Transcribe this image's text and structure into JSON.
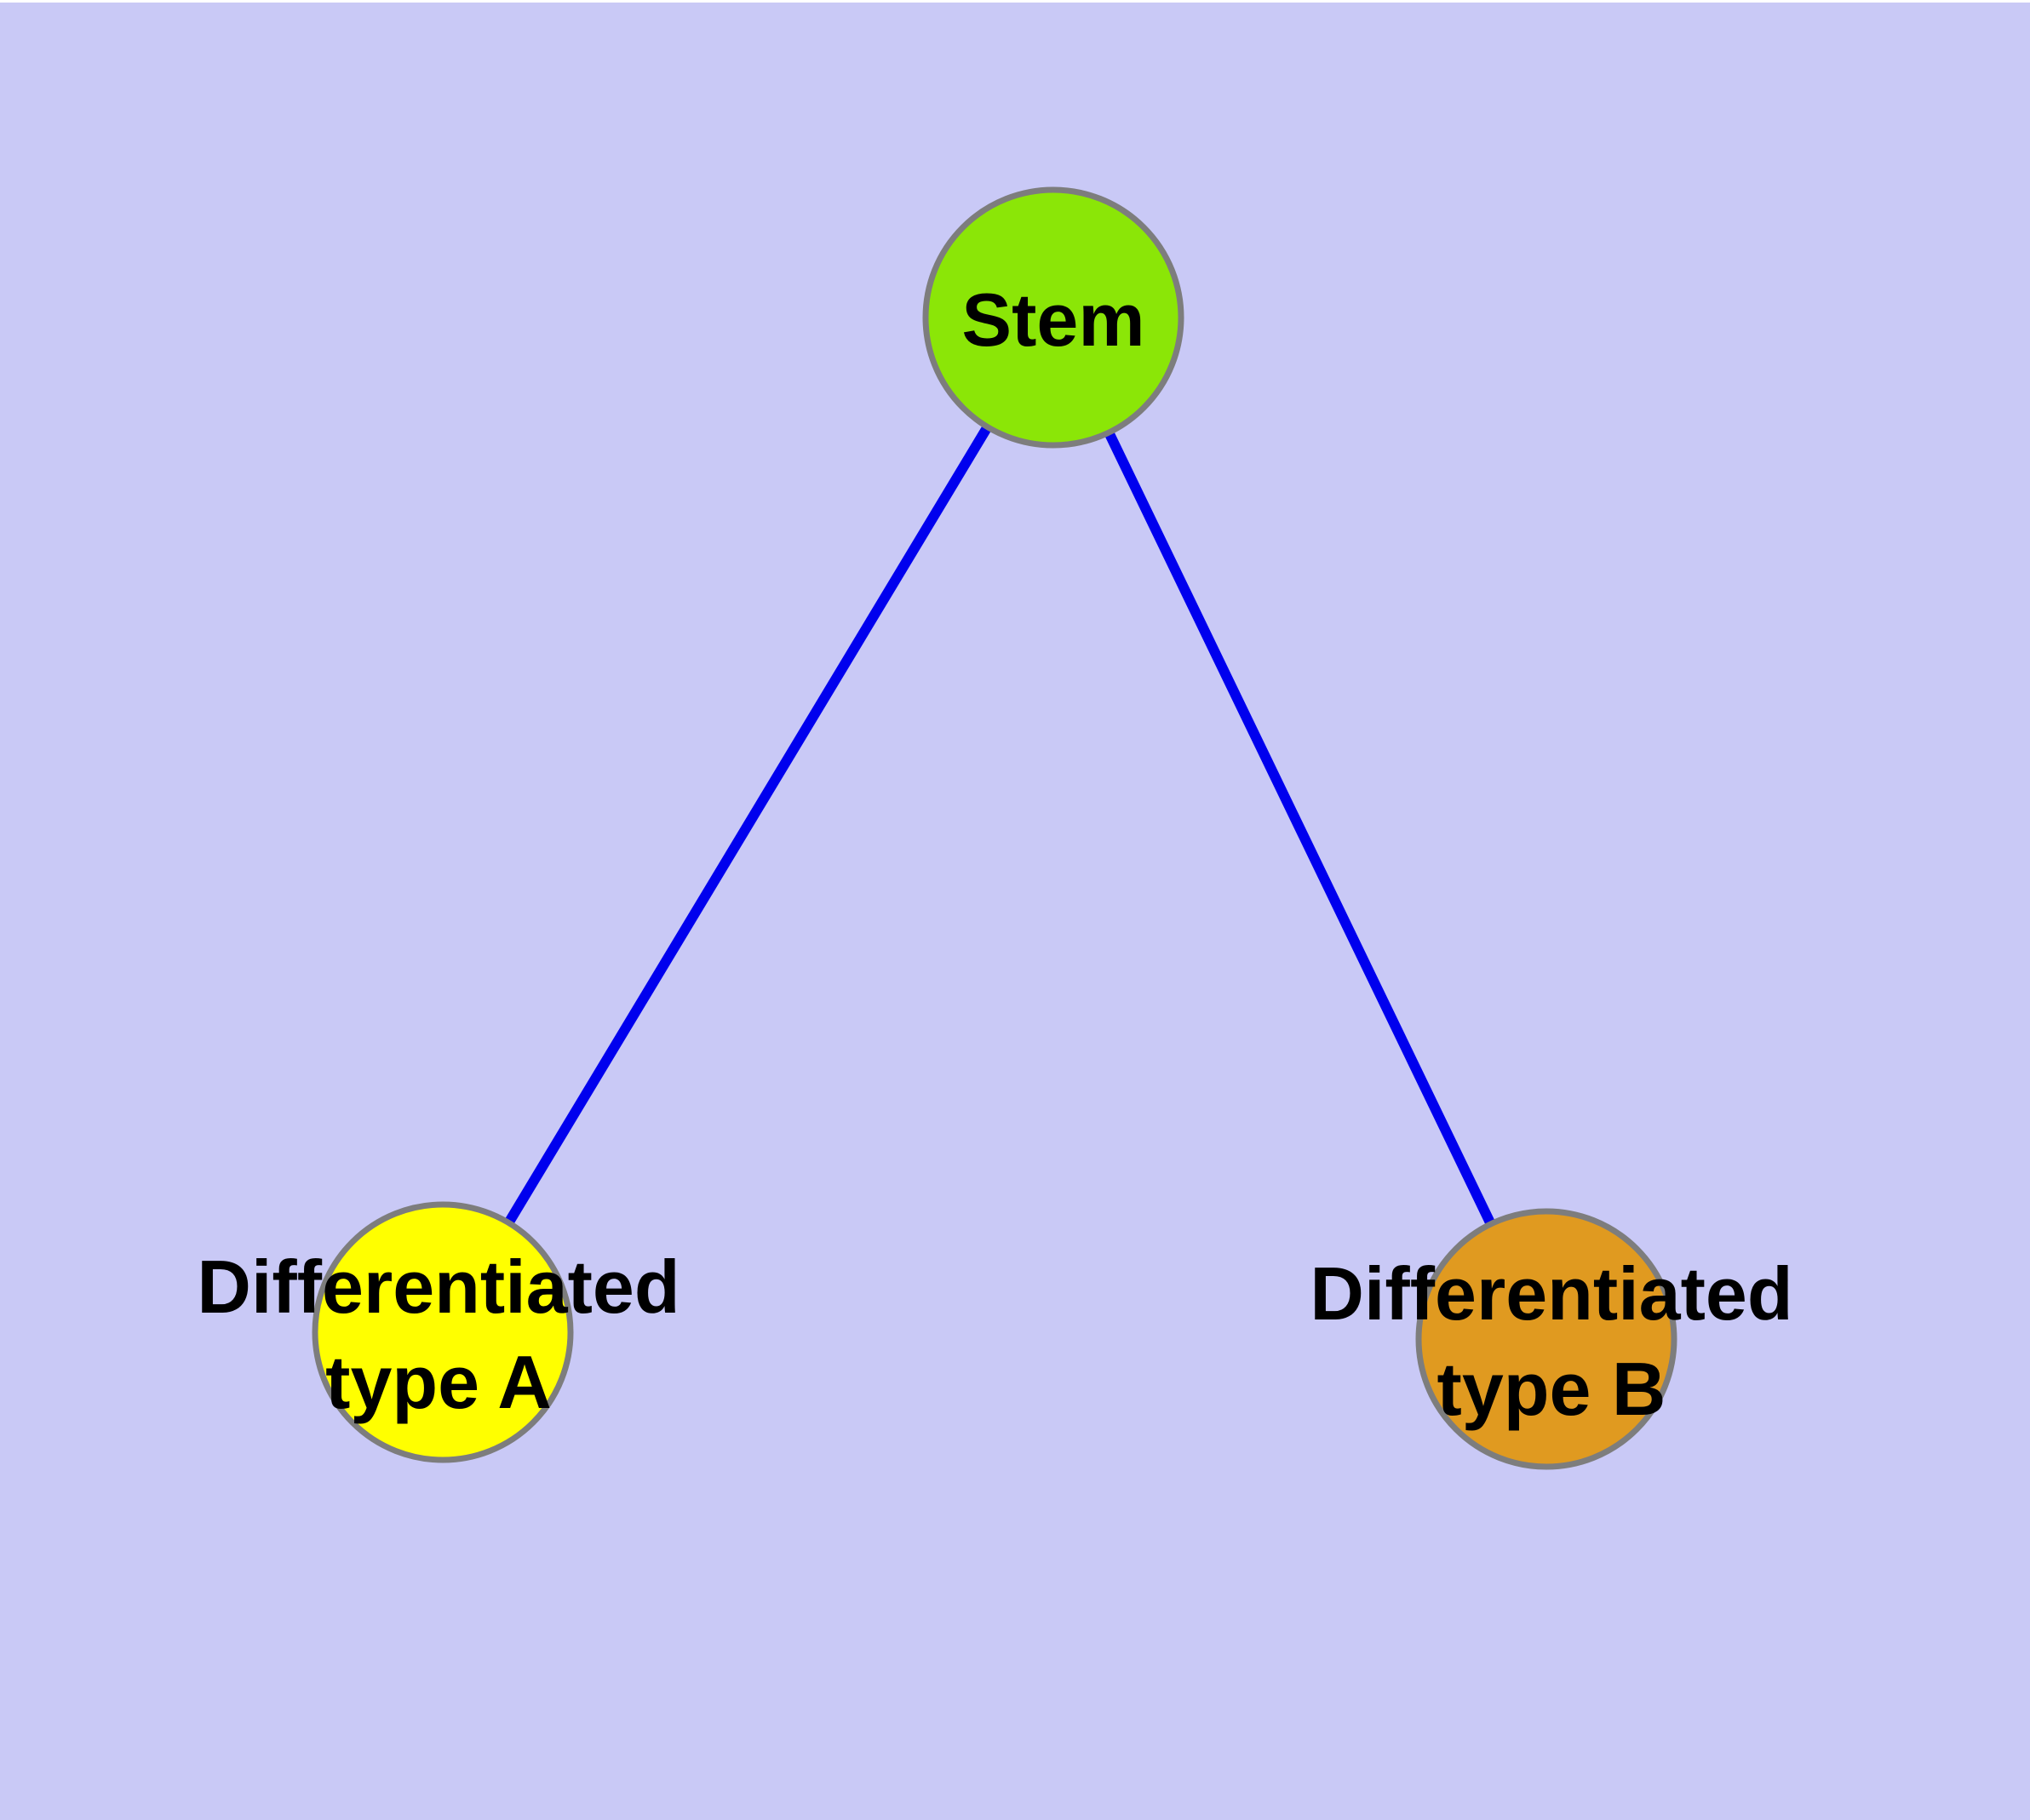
{
  "diagram": {
    "type": "graph",
    "background_color": "#C9C9F6",
    "edge_color": "#0000EE",
    "node_border_color": "#7D7D7D",
    "label_color": "#000000",
    "nodes": [
      {
        "id": "stem",
        "label": "Stem",
        "color": "#8BE607"
      },
      {
        "id": "differentiated-type-a",
        "label": "Differentiated type A",
        "label_lines": [
          "Differentiated",
          "type A"
        ],
        "color": "#FFFF00"
      },
      {
        "id": "differentiated-type-b",
        "label": "Differentiated type B",
        "label_lines": [
          "Differentiated",
          "type B"
        ],
        "color": "#E09A20"
      }
    ],
    "edges": [
      {
        "from": "Stem",
        "to": "Differentiated type A"
      },
      {
        "from": "Stem",
        "to": "Differentiated type B"
      }
    ]
  }
}
